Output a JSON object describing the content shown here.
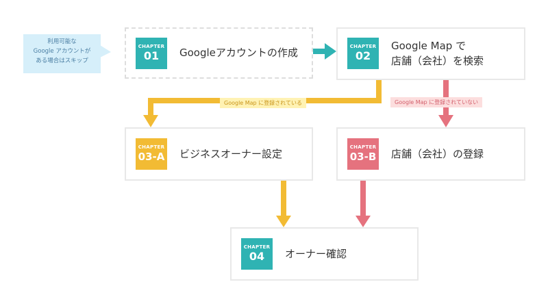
{
  "note": {
    "lines": [
      "利用可能な",
      "Google アカウントが",
      "ある場合はスキップ"
    ]
  },
  "chapters": [
    {
      "id": "01",
      "label": "CHAPTER",
      "number": "01",
      "title_lines": [
        "Googleアカウントの作成"
      ]
    },
    {
      "id": "02",
      "label": "CHAPTER",
      "number": "02",
      "title_lines": [
        "Google Map で",
        "店舗（会社）を検索"
      ]
    },
    {
      "id": "03-A",
      "label": "CHAPTER",
      "number": "03-A",
      "title_lines": [
        "ビジネスオーナー設定"
      ]
    },
    {
      "id": "03-B",
      "label": "CHAPTER",
      "number": "03-B",
      "title_lines": [
        "店舗（会社）の登録"
      ]
    },
    {
      "id": "04",
      "label": "CHAPTER",
      "number": "04",
      "title_lines": [
        "オーナー確認"
      ]
    }
  ],
  "branch_labels": {
    "registered": "Google Map に登録されている",
    "not_registered": "Google Map に登録されていない"
  },
  "colors": {
    "teal": "#2fb3b3",
    "yellow": "#f2bb34",
    "pink": "#e5727e",
    "yellow_tag_bg": "#fff2b3",
    "pink_tag_bg": "#fcdede",
    "note_bg": "#d6effa"
  }
}
